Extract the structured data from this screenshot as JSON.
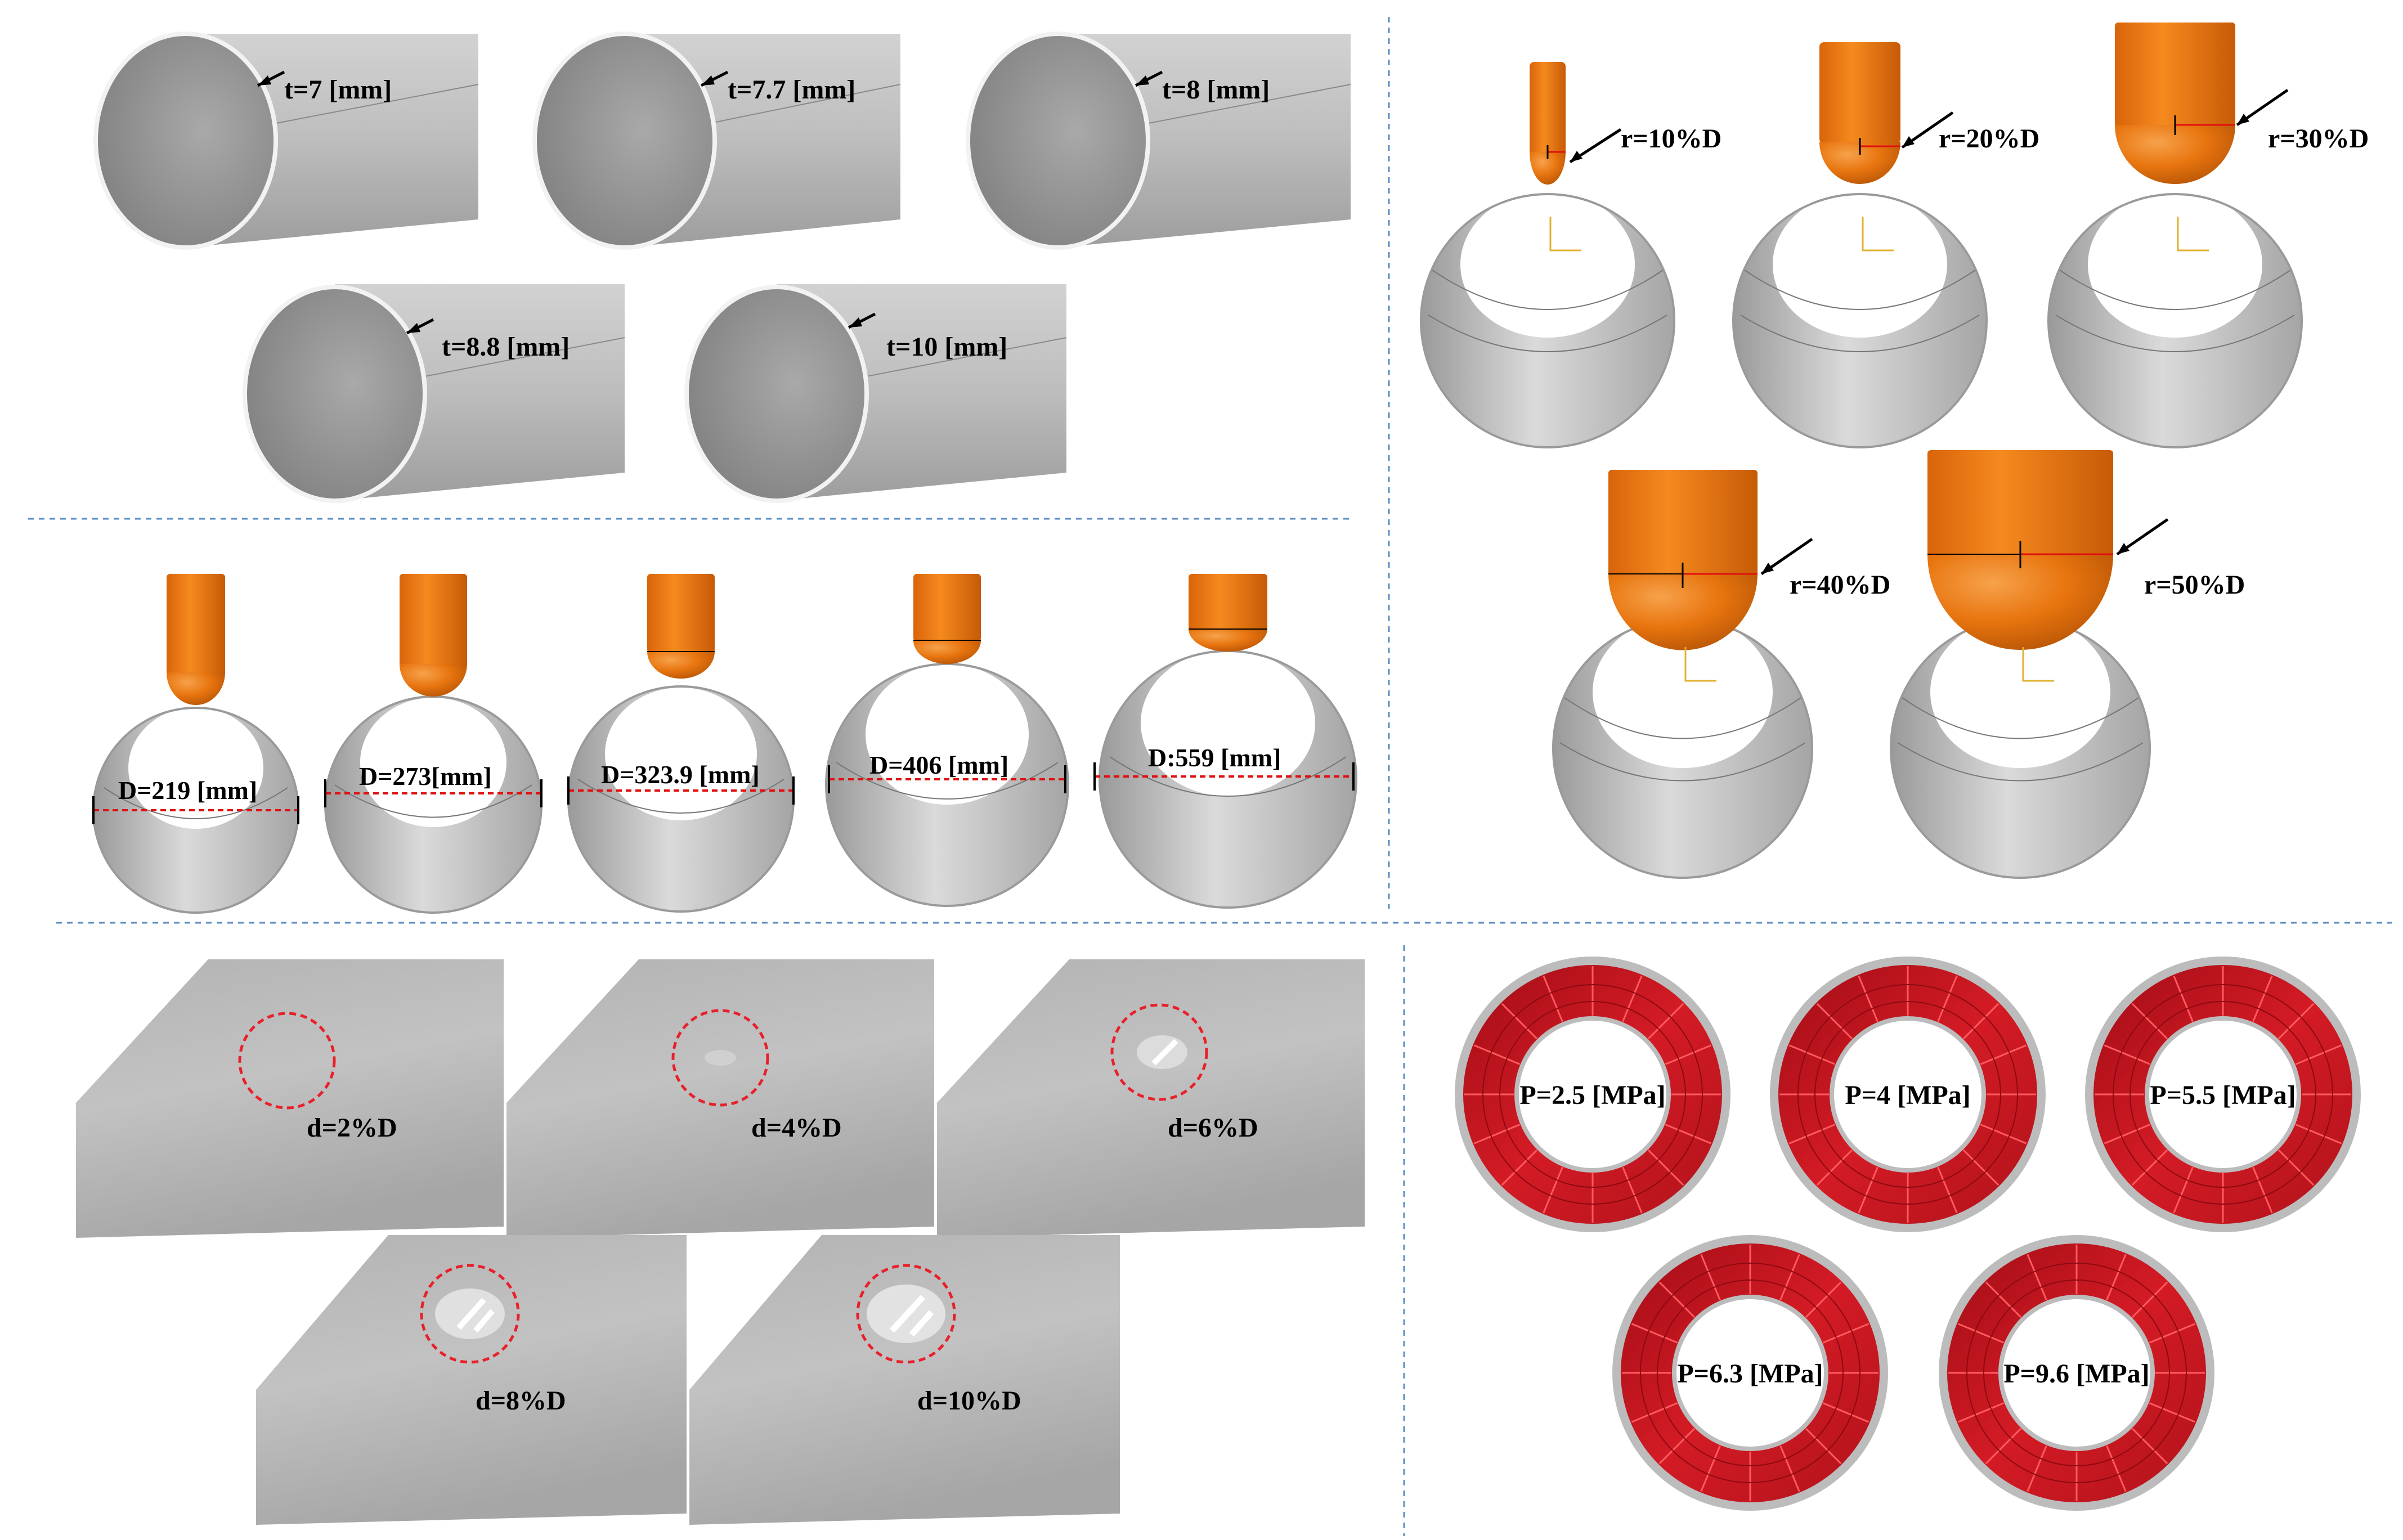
{
  "colors": {
    "pipe_light": "#e6e6e6",
    "pipe_mid": "#b8b8b8",
    "pipe_dark": "#8f8f8f",
    "indenter": "#e8750f",
    "indenter_dark": "#b35205",
    "pressure_red": "#c0161f",
    "divider": "#5b8cc4",
    "dent_ring": "#e8202a"
  },
  "thickness_panel": {
    "labels": [
      "t=7 [mm]",
      "t=7.7 [mm]",
      "t=8 [mm]",
      "t=8.8 [mm]",
      "t=10 [mm]"
    ]
  },
  "radius_panel": {
    "labels": [
      "r=10%D",
      "r=20%D",
      "r=30%D",
      "r=40%D",
      "r=50%D"
    ]
  },
  "diameter_panel": {
    "labels": [
      "D=219 [mm]",
      "D=273[mm]",
      "D=323.9 [mm]",
      "D=406 [mm]",
      "D:559 [mm]"
    ]
  },
  "depth_panel": {
    "labels": [
      "d=2%D",
      "d=4%D",
      "d=6%D",
      "d=8%D",
      "d=10%D"
    ],
    "depth_fraction": [
      0.02,
      0.04,
      0.06,
      0.08,
      0.1
    ]
  },
  "pressure_panel": {
    "labels": [
      "P=2.5 [MPa]",
      "P=4 [MPa]",
      "P=5.5 [MPa]",
      "P=6.3 [MPa]",
      "P=9.6 [MPa]"
    ]
  }
}
